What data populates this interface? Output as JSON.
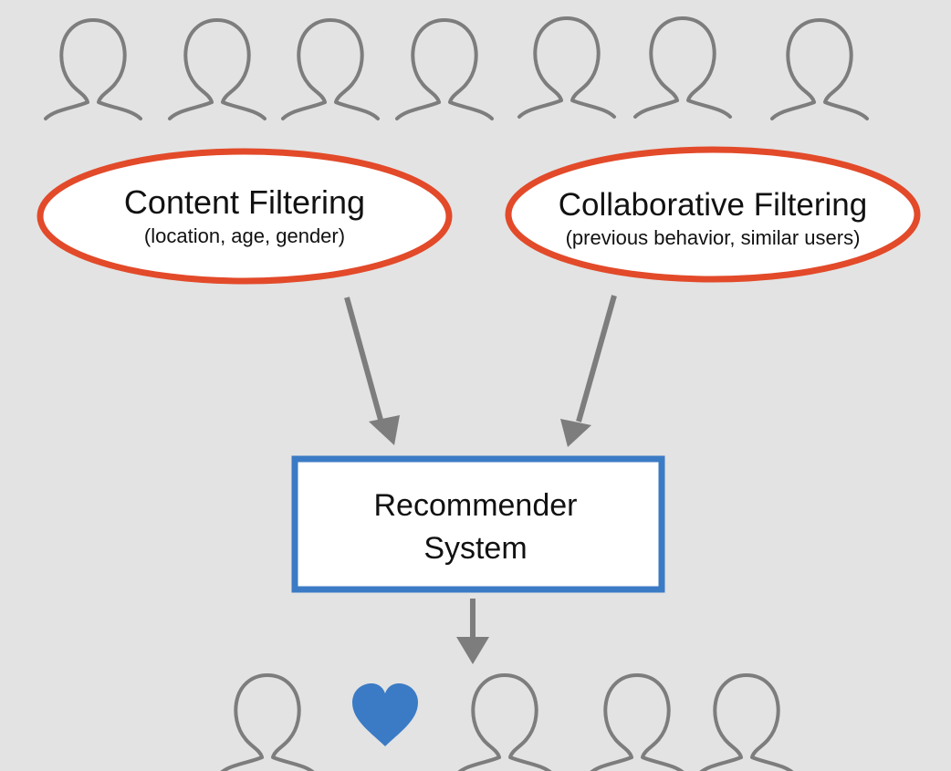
{
  "content_filtering": {
    "title": "Content Filtering",
    "subtitle": "(location, age, gender)"
  },
  "collaborative_filtering": {
    "title": "Collaborative Filtering",
    "subtitle": "(previous behavior, similar users)"
  },
  "recommender": {
    "line1": "Recommender",
    "line2": "System"
  },
  "colors": {
    "background": "#e3e3e3",
    "ellipse_stroke": "#e24a2a",
    "box_stroke": "#3b7bc5",
    "arrow": "#7d7d7d",
    "person_outline": "#7d7d7d",
    "heart": "#3b7bc5"
  },
  "icons": {
    "top_row": [
      "person-icon",
      "person-icon",
      "person-icon",
      "person-icon",
      "person-icon",
      "person-icon",
      "person-icon"
    ],
    "bottom_row": [
      "person-icon",
      "heart-icon",
      "person-icon",
      "person-icon",
      "person-icon"
    ]
  }
}
